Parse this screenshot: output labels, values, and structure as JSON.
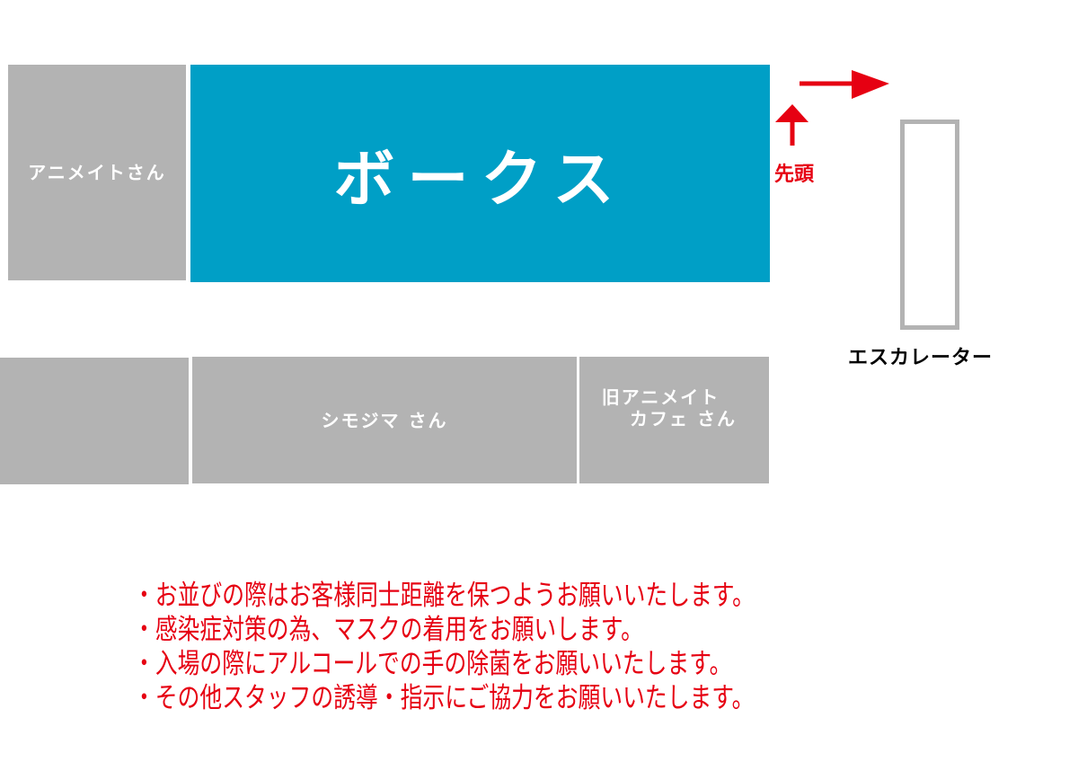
{
  "stores": {
    "animate": "アニメイトさん",
    "box": "ボークス",
    "shimojima": "シモジマ さん",
    "old_cafe_line1": "旧アニメイト",
    "old_cafe_line2": "カフェ さん"
  },
  "labels": {
    "head": "先頭",
    "escalator": "エスカレーター"
  },
  "notes": [
    "・お並びの際はお客様同士距離を保つようお願いいたします。",
    "・感染症対策の為、マスクの着用をお願いします。",
    "・入場の際にアルコールでの手の除菌をお願いいたします。",
    "・その他スタッフの誘導・指示にご協力をお願いいたします。"
  ],
  "colors": {
    "box": "#009fc6",
    "store": "#b3b3b3",
    "accent": "#e60012"
  }
}
